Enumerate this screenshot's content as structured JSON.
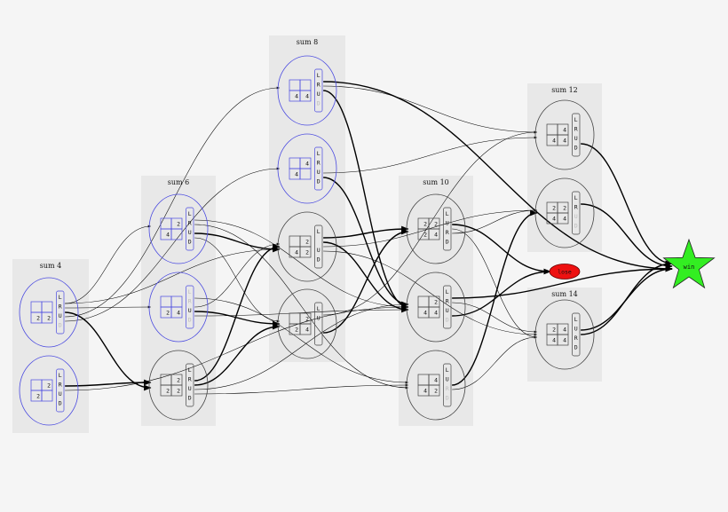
{
  "clusters": [
    {
      "id": "c4",
      "label": "sum 4"
    },
    {
      "id": "c6",
      "label": "sum 6"
    },
    {
      "id": "c8",
      "label": "sum 8"
    },
    {
      "id": "c10",
      "label": "sum 10"
    },
    {
      "id": "c12",
      "label": "sum 12"
    },
    {
      "id": "c14",
      "label": "sum 14"
    }
  ],
  "nodes": [
    {
      "id": "n4a",
      "color": "blue",
      "grid": [
        "",
        "",
        "2",
        "2"
      ],
      "moves": [
        "L",
        "R",
        "U",
        "D"
      ],
      "active": [
        true,
        true,
        true,
        false
      ]
    },
    {
      "id": "n4b",
      "color": "blue",
      "grid": [
        "",
        "2",
        "2",
        ""
      ],
      "moves": [
        "L",
        "R",
        "U",
        "D"
      ],
      "active": [
        true,
        true,
        true,
        true
      ]
    },
    {
      "id": "n6a",
      "color": "blue",
      "grid": [
        "",
        "2",
        "4",
        ""
      ],
      "moves": [
        "L",
        "R",
        "U",
        "D"
      ],
      "active": [
        true,
        true,
        true,
        true
      ]
    },
    {
      "id": "n6b",
      "color": "blue",
      "grid": [
        "",
        "",
        "2",
        "4"
      ],
      "moves": [
        "L",
        "R",
        "U",
        "D"
      ],
      "active": [
        false,
        false,
        true,
        false
      ]
    },
    {
      "id": "n6c",
      "color": "gray",
      "grid": [
        "",
        "2",
        "2",
        "2"
      ],
      "moves": [
        "L",
        "R",
        "U",
        "D"
      ],
      "active": [
        true,
        true,
        true,
        true
      ]
    },
    {
      "id": "n8a",
      "color": "blue",
      "grid": [
        "",
        "",
        "4",
        "4"
      ],
      "moves": [
        "L",
        "R",
        "U",
        "D"
      ],
      "active": [
        true,
        true,
        true,
        false
      ]
    },
    {
      "id": "n8b",
      "color": "blue",
      "grid": [
        "",
        "4",
        "4",
        ""
      ],
      "moves": [
        "L",
        "R",
        "U",
        "D"
      ],
      "active": [
        true,
        true,
        true,
        true
      ]
    },
    {
      "id": "n8c",
      "color": "gray",
      "grid": [
        "",
        "2",
        "4",
        "2"
      ],
      "moves": [
        "L",
        "",
        "U",
        "D"
      ],
      "active": [
        true,
        false,
        true,
        true
      ]
    },
    {
      "id": "n8d",
      "color": "gray",
      "grid": [
        "",
        "2",
        "2",
        "4"
      ],
      "moves": [
        "L",
        "U",
        "",
        ""
      ],
      "active": [
        true,
        true,
        false,
        false
      ]
    },
    {
      "id": "n10a",
      "color": "gray",
      "grid": [
        "2",
        "2",
        "2",
        "4"
      ],
      "moves": [
        "L",
        "U",
        "R",
        "D"
      ],
      "active": [
        true,
        true,
        true,
        true
      ]
    },
    {
      "id": "n10b",
      "color": "gray",
      "grid": [
        "",
        "2",
        "4",
        "4"
      ],
      "moves": [
        "L",
        "R",
        "U",
        "D"
      ],
      "active": [
        true,
        true,
        true,
        false
      ]
    },
    {
      "id": "n10c",
      "color": "gray",
      "grid": [
        "",
        "4",
        "4",
        "2"
      ],
      "moves": [
        "L",
        "U",
        "R",
        "D"
      ],
      "active": [
        true,
        true,
        false,
        false
      ]
    },
    {
      "id": "n12a",
      "color": "gray",
      "grid": [
        "",
        "4",
        "4",
        "4"
      ],
      "moves": [
        "L",
        "R",
        "U",
        "D"
      ],
      "active": [
        true,
        true,
        true,
        true
      ]
    },
    {
      "id": "n12b",
      "color": "gray",
      "grid": [
        "2",
        "2",
        "4",
        "4"
      ],
      "moves": [
        "L",
        "R",
        "U",
        "D"
      ],
      "active": [
        true,
        true,
        false,
        false
      ]
    },
    {
      "id": "n14a",
      "color": "gray",
      "grid": [
        "2",
        "4",
        "4",
        "4"
      ],
      "moves": [
        "L",
        "U",
        "R",
        "D"
      ],
      "active": [
        true,
        true,
        true,
        true
      ]
    }
  ],
  "lose": {
    "label": "lose",
    "color": "#ee1111"
  },
  "win": {
    "label": "win",
    "color": "#33ee22"
  },
  "colors": {
    "blue": "#4a4ae0",
    "gray": "#444444",
    "edge": "#000000"
  }
}
